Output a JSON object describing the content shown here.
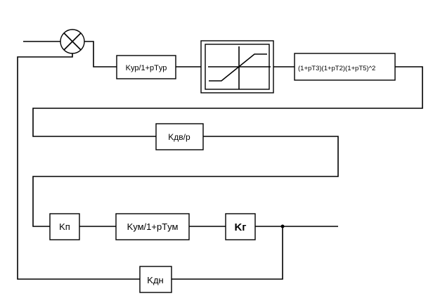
{
  "diagram": {
    "type": "control-system-block-diagram",
    "summing_junction": {
      "symbol": "cross-circle"
    },
    "blocks": {
      "controller": "Kур/1+pTур",
      "saturation": {
        "symbol": "saturation-nonlinearity"
      },
      "plant_lag": "(1+pT3)(1+pT2)(1+pT5)^2",
      "motor": "Kдв/p",
      "converter": "Kп",
      "amplifier": "Kум/1+pTум",
      "generator": "Kг",
      "feedback_sensor": "Kдн"
    },
    "colors": {
      "line": "#000000",
      "background": "#ffffff"
    }
  }
}
